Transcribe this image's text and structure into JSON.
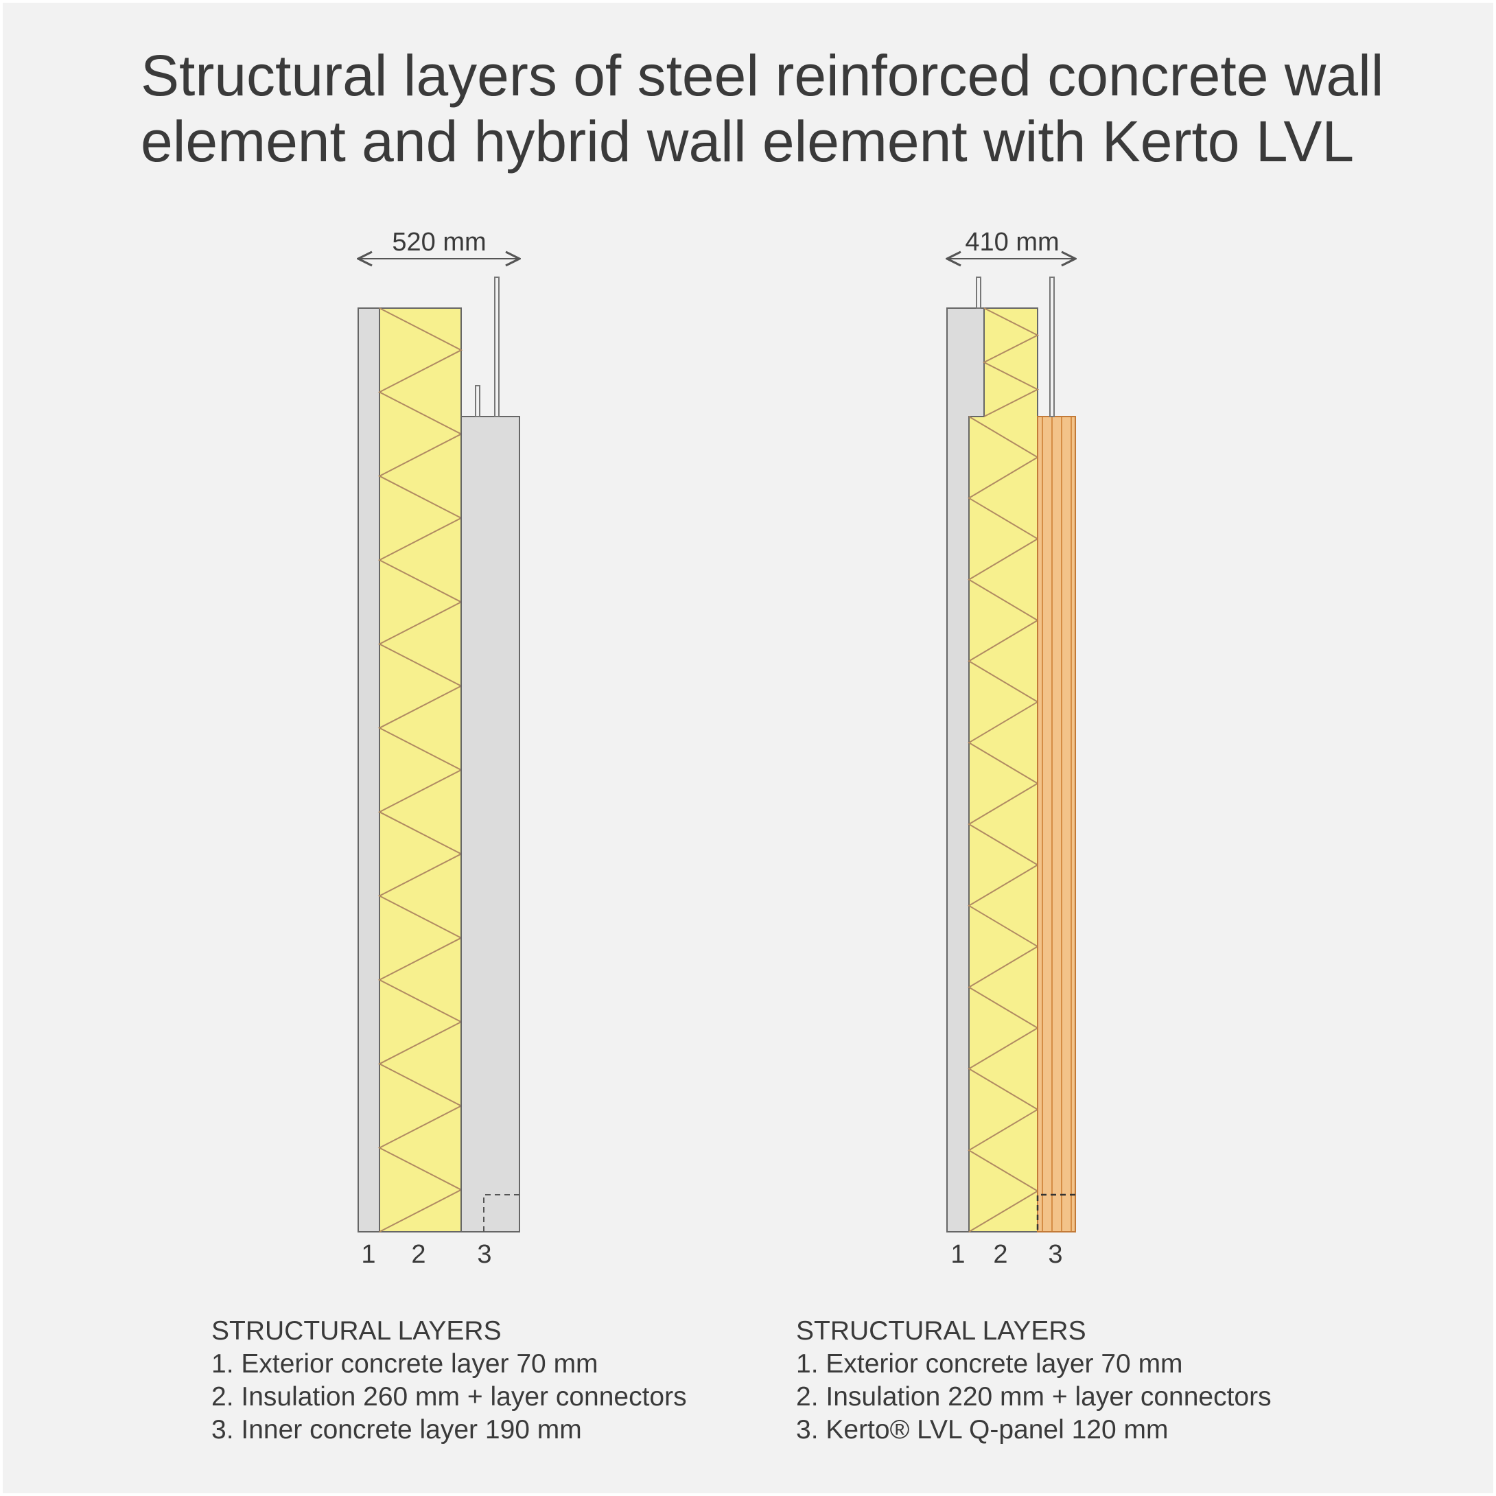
{
  "title": "Structural layers of steel reinforced concrete wall element and hybrid wall element with Kerto LVL",
  "colors": {
    "background": "#f2f2f2",
    "concrete": "#dcdcdc",
    "insulation": "#f7f08e",
    "insulation_lines": "#b08a62",
    "lvl": "#f3c389",
    "lvl_lines": "#d58d45",
    "outline": "#666666",
    "text": "#3a3a3a"
  },
  "left_wall": {
    "dimension": "520 mm",
    "layer_numbers": [
      "1",
      "2",
      "3"
    ],
    "legend_heading": "STRUCTURAL LAYERS",
    "legend_items": [
      "1. Exterior concrete layer 70 mm",
      "2. Insulation 260 mm + layer connectors",
      "3. Inner concrete layer 190 mm"
    ]
  },
  "right_wall": {
    "dimension": "410 mm",
    "layer_numbers": [
      "1",
      "2",
      "3"
    ],
    "legend_heading": "STRUCTURAL LAYERS",
    "legend_items": [
      "1. Exterior concrete layer 70 mm",
      "2. Insulation 220 mm + layer connectors",
      "3. Kerto® LVL Q-panel 120 mm"
    ]
  }
}
